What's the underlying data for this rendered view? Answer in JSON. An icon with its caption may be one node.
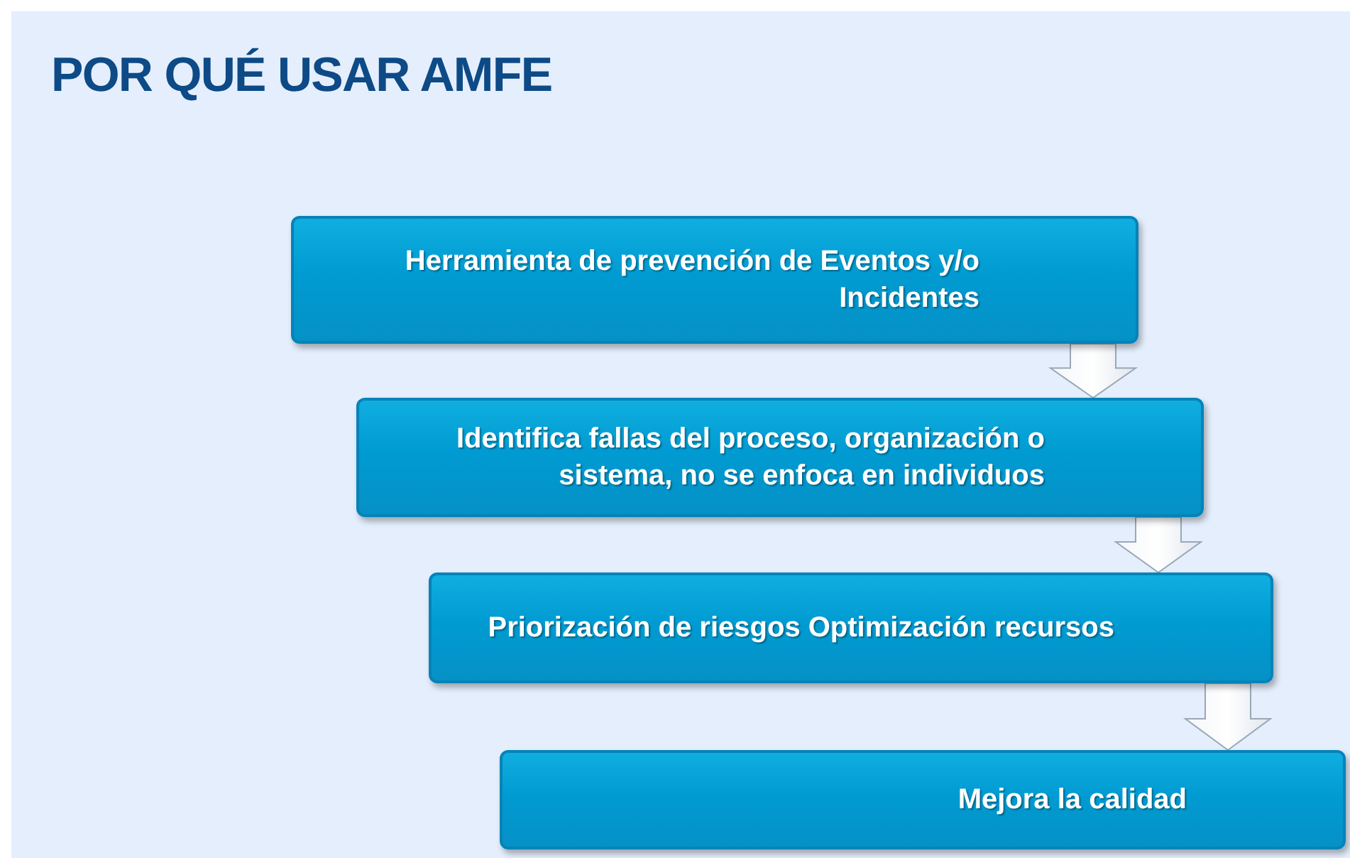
{
  "diagram": {
    "title": "POR QUÉ USAR AMFE",
    "nodes": [
      {
        "text": [
          "Herramienta  de prevención de Eventos y/o Incidentes"
        ]
      },
      {
        "text": [
          "Identifica fallas del proceso, organización o sistema, no se enfoca en individuos"
        ]
      },
      {
        "text": [
          "Priorización de riesgos Optimización recursos"
        ]
      },
      {
        "text": [
          "Mejora la calidad"
        ]
      }
    ],
    "edges": [
      {
        "from": 0,
        "to": 1,
        "arrow": "to"
      },
      {
        "from": 1,
        "to": 2,
        "arrow": "to"
      },
      {
        "from": 2,
        "to": 3,
        "arrow": "to"
      }
    ]
  }
}
